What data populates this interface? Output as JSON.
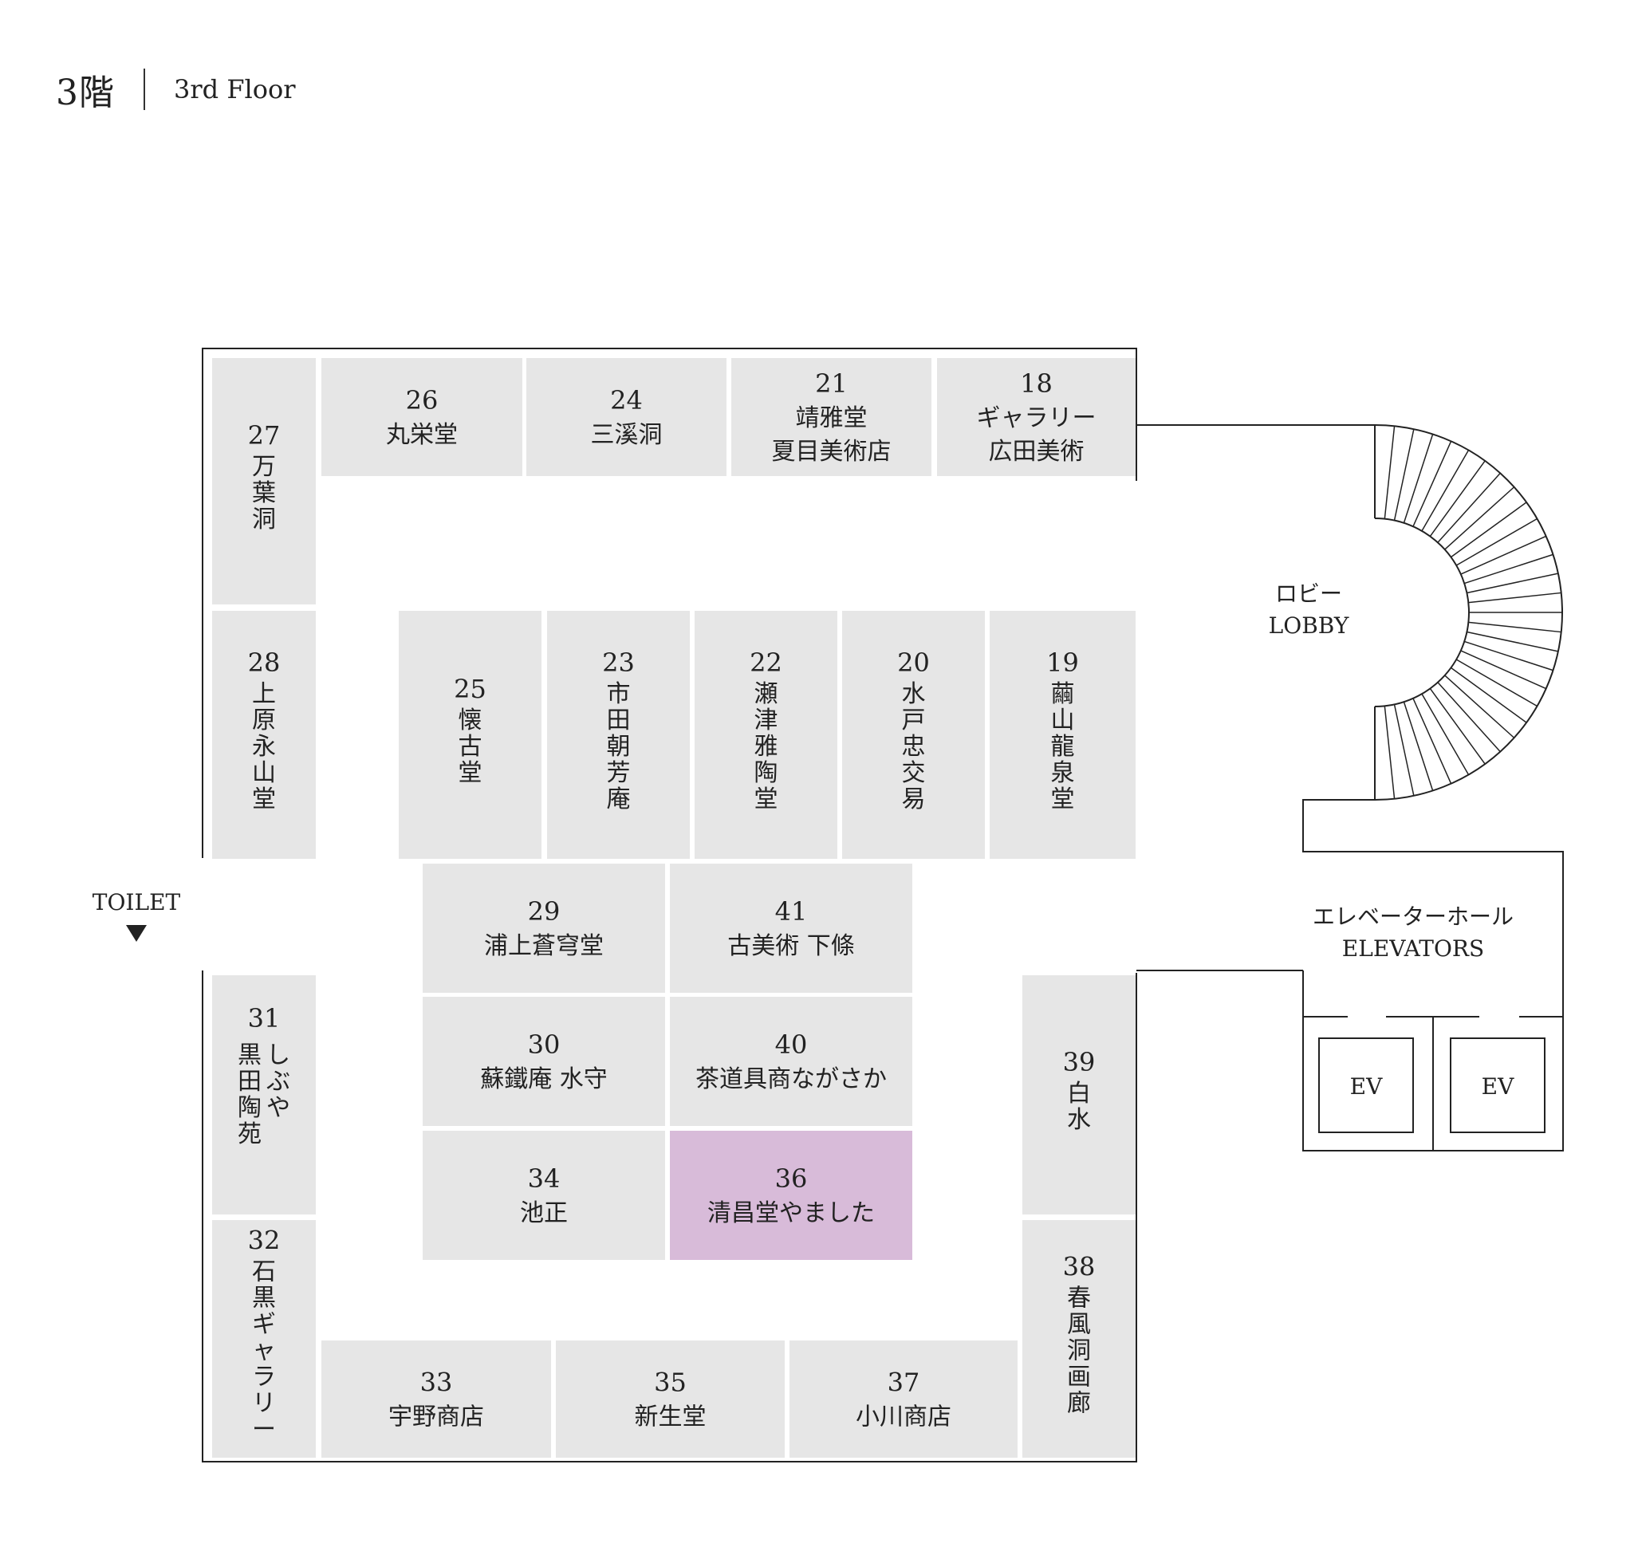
{
  "header": {
    "floor_jp": "3階",
    "floor_en": "3rd Floor"
  },
  "labels": {
    "lobby_jp": "ロビー",
    "lobby_en": "LOBBY",
    "elev_jp": "エレベーターホール",
    "elev_en": "ELEVATORS",
    "toilet": "TOILET",
    "ev_left": "EV",
    "ev_right": "EV"
  },
  "colors": {
    "booth": "#e6e6e6",
    "highlight": "#d8bbd9",
    "line": "#222222"
  },
  "booths": [
    {
      "id": "27",
      "name": "万葉洞",
      "highlight": false
    },
    {
      "id": "26",
      "name": "丸栄堂",
      "highlight": false
    },
    {
      "id": "24",
      "name": "三溪洞",
      "highlight": false
    },
    {
      "id": "21",
      "name": "靖雅堂\n夏目美術店",
      "highlight": false
    },
    {
      "id": "18",
      "name": "ギャラリー\n広田美術",
      "highlight": false
    },
    {
      "id": "28",
      "name": "上原永山堂",
      "highlight": false
    },
    {
      "id": "25",
      "name": "懐古堂",
      "highlight": false
    },
    {
      "id": "23",
      "name": "市田朝芳庵",
      "highlight": false
    },
    {
      "id": "22",
      "name": "瀬津雅陶堂",
      "highlight": false
    },
    {
      "id": "20",
      "name": "水戸忠交易",
      "highlight": false
    },
    {
      "id": "19",
      "name": "繭山龍泉堂",
      "highlight": false
    },
    {
      "id": "29",
      "name": "浦上蒼穹堂",
      "highlight": false
    },
    {
      "id": "41",
      "name": "古美術 下條",
      "highlight": false
    },
    {
      "id": "30",
      "name": "蘇鐵庵 水守",
      "highlight": false
    },
    {
      "id": "40",
      "name": "茶道具商ながさか",
      "highlight": false
    },
    {
      "id": "34",
      "name": "池正",
      "highlight": false
    },
    {
      "id": "36",
      "name": "清昌堂やました",
      "highlight": true
    },
    {
      "id": "31",
      "name": "しぶや\n黒田陶苑",
      "highlight": false
    },
    {
      "id": "39",
      "name": "白水",
      "highlight": false
    },
    {
      "id": "32",
      "name": "石黒ギャラリー",
      "highlight": false
    },
    {
      "id": "38",
      "name": "春風洞画廊",
      "highlight": false
    },
    {
      "id": "33",
      "name": "宇野商店",
      "highlight": false
    },
    {
      "id": "35",
      "name": "新生堂",
      "highlight": false
    },
    {
      "id": "37",
      "name": "小川商店",
      "highlight": false
    }
  ]
}
